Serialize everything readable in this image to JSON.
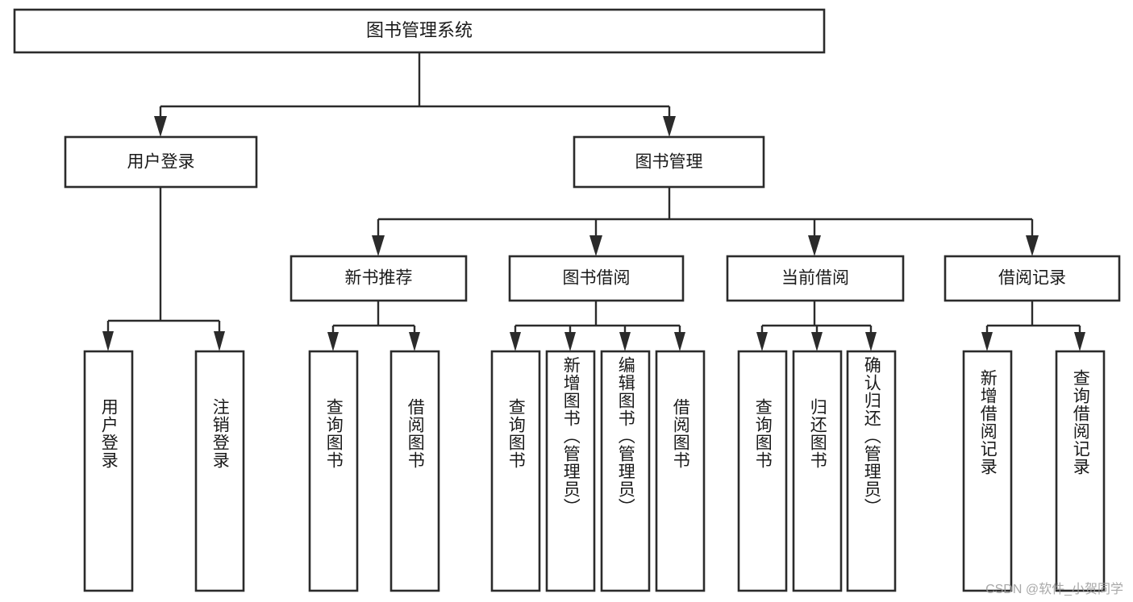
{
  "diagram": {
    "type": "tree",
    "title": "图书管理系统",
    "watermark": "CSDN @软件_小贺同学",
    "colors": {
      "stroke": "#2b2b2b",
      "fill": "#ffffff",
      "text": "#1a1a1a",
      "watermark": "#9a9a9a"
    },
    "root": {
      "label": "图书管理系统"
    },
    "level2": [
      {
        "label": "用户登录"
      },
      {
        "label": "图书管理"
      }
    ],
    "level3": [
      {
        "label": "新书推荐"
      },
      {
        "label": "图书借阅"
      },
      {
        "label": "当前借阅"
      },
      {
        "label": "借阅记录"
      }
    ],
    "leaves": {
      "user_login": [
        {
          "label": "用户登录"
        },
        {
          "label": "注销登录"
        }
      ],
      "new_book_recommend": [
        {
          "label": "查询图书"
        },
        {
          "label": "借阅图书"
        }
      ],
      "book_borrow": [
        {
          "label": "查询图书"
        },
        {
          "label": "新增图书（管理员）"
        },
        {
          "label": "编辑图书（管理员）"
        },
        {
          "label": "借阅图书"
        }
      ],
      "current_borrow": [
        {
          "label": "查询图书"
        },
        {
          "label": "归还图书"
        },
        {
          "label": "确认归还（管理员）"
        }
      ],
      "borrow_record": [
        {
          "label": "新增借阅记录"
        },
        {
          "label": "查询借阅记录"
        }
      ]
    }
  }
}
